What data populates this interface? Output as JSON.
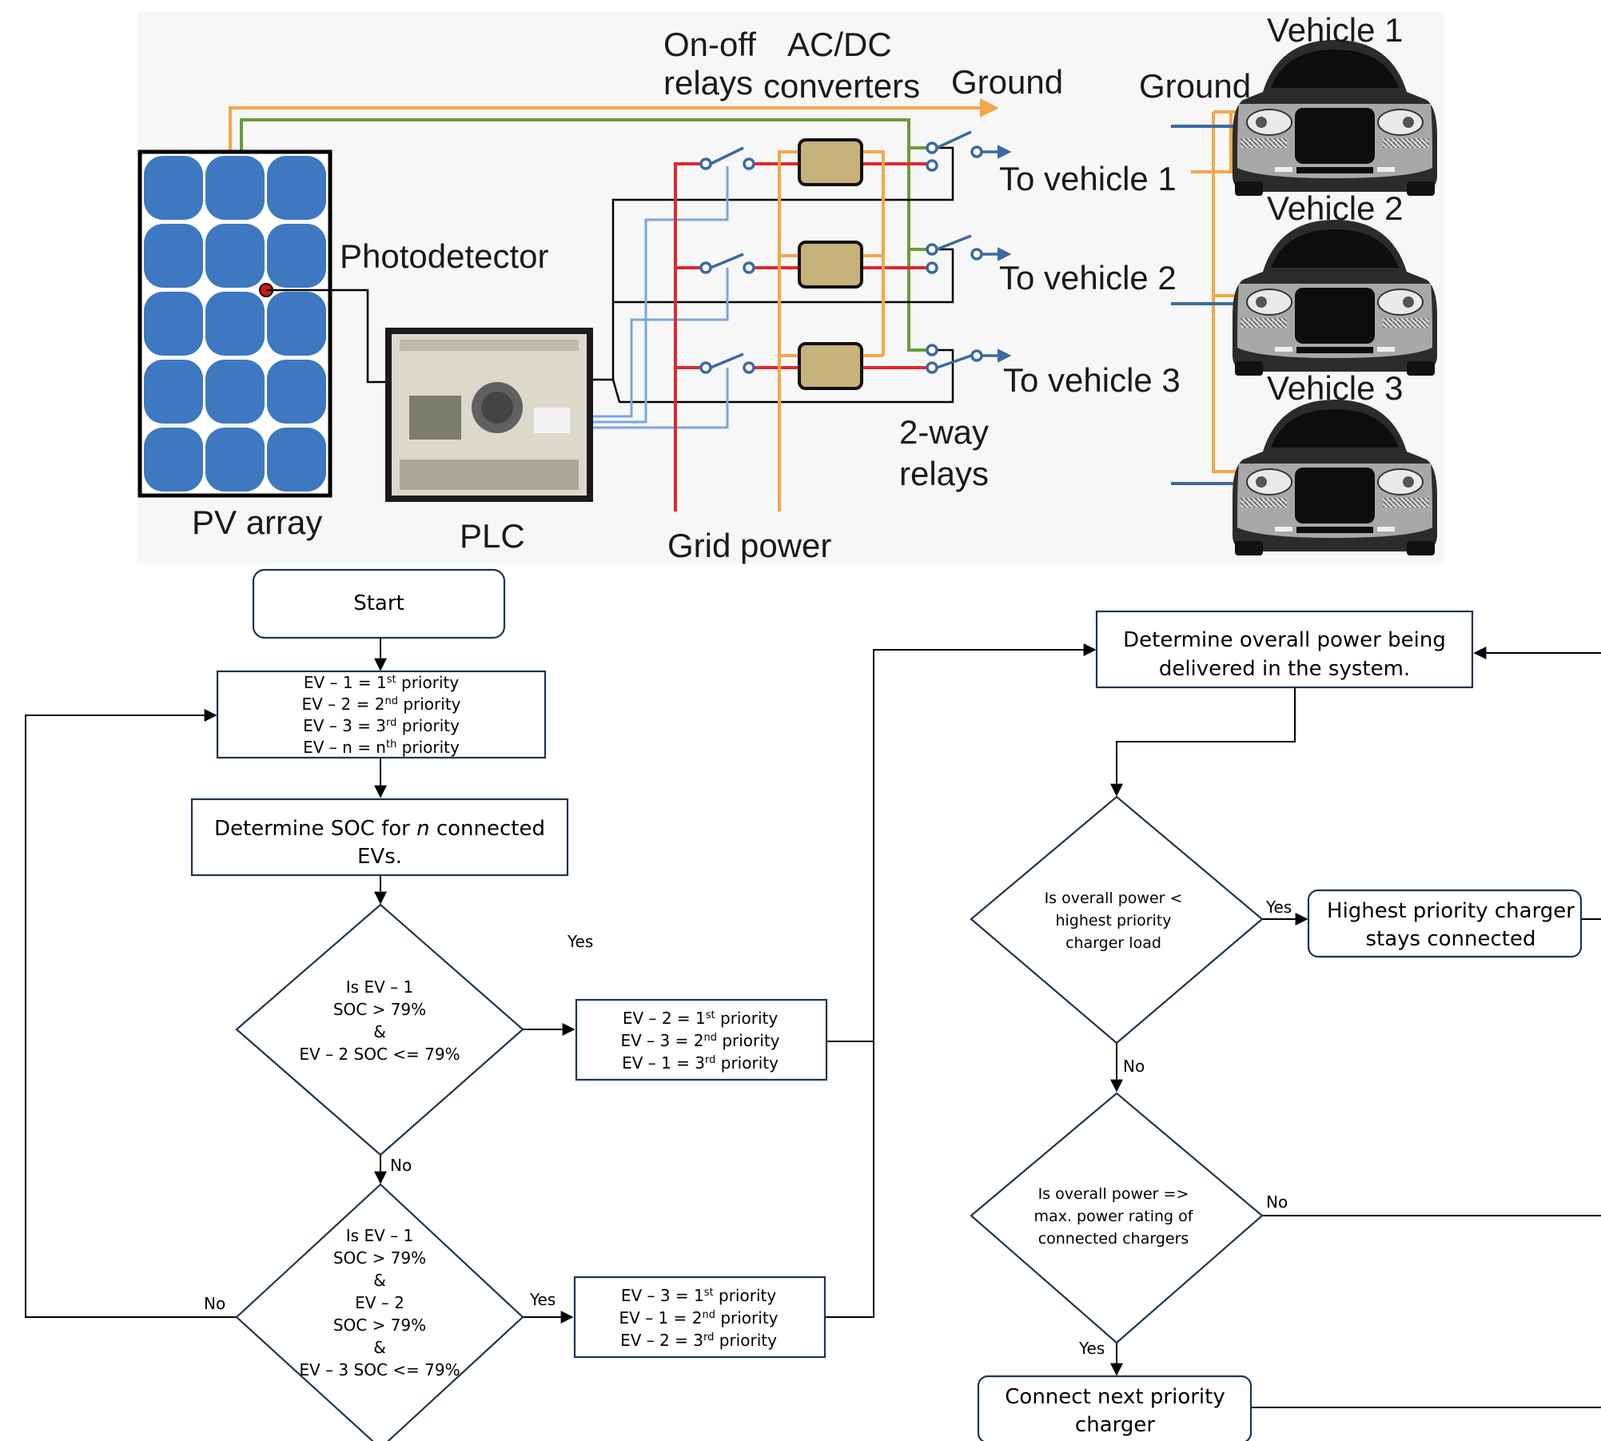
{
  "diagram": {
    "labels": {
      "on_off": "On-off",
      "relays": "relays",
      "acdc_1": "AC/DC",
      "acdc_2": "converters",
      "ground_top": "Ground",
      "ground_right": "Ground",
      "photodetector": "Photodetector",
      "pv_array": "PV array",
      "plc": "PLC",
      "grid_power": "Grid power",
      "two_way_1": "2-way",
      "two_way_2": "relays",
      "to_vehicle_1": "To vehicle 1",
      "to_vehicle_2": "To vehicle 2",
      "to_vehicle_3": "To vehicle 3",
      "vehicle_1": "Vehicle 1",
      "vehicle_2": "Vehicle 2",
      "vehicle_3": "Vehicle 3"
    },
    "colors": {
      "orange": "#f4a64a",
      "green": "#6d9a3a",
      "red": "#e3262b",
      "blue": "#7aa6e0",
      "dark_blue": "#3a6aa0",
      "panel_cell": "#3d78c0",
      "converter": "#c7b27c"
    }
  },
  "flowchart": {
    "start": "Start",
    "initial_priority": {
      "line1": "EV – 1 = 1",
      "sup1": "st",
      "suf1": " priority",
      "line2": "EV – 2 = 2",
      "sup2": "nd",
      "suf2": " priority",
      "line3": "EV – 3 = 3",
      "sup3": "rd",
      "suf3": " priority",
      "line4": "EV – n = n",
      "sup4": "th",
      "suf4": " priority"
    },
    "determine_soc": {
      "line1a": "Determine SOC for ",
      "line1b": "n",
      "line1c": " connected",
      "line2": "EVs."
    },
    "decision1": {
      "l1": "Is EV – 1",
      "l2": "SOC > 79%",
      "l3": "&",
      "l4": "EV – 2 SOC <= 79%"
    },
    "decision1_yes": "Yes",
    "decision1_no": "No",
    "reorder1": {
      "l1": "EV – 2 = 1",
      "s1": "st",
      "l2": "EV – 3 = 2",
      "s2": "nd",
      "l3": "EV – 1 = 3",
      "s3": "rd",
      "suffix": " priority"
    },
    "decision2": {
      "l1": "Is EV – 1",
      "l2": "SOC > 79%",
      "l3": "&",
      "l4": "EV – 2",
      "l5": "SOC > 79%",
      "l6": "&",
      "l7": "EV – 3 SOC <= 79%"
    },
    "decision2_yes": "Yes",
    "decision2_no": "No",
    "reorder2": {
      "l1": "EV – 3 = 1",
      "s1": "st",
      "l2": "EV – 1 = 2",
      "s2": "nd",
      "l3": "EV – 2 = 3",
      "s3": "rd",
      "suffix": " priority"
    },
    "determine_power": {
      "l1": "Determine overall power being",
      "l2": "delivered in the system."
    },
    "decision3": {
      "l1": "Is overall power <",
      "l2": "highest priority",
      "l3": "charger load"
    },
    "decision3_yes": "Yes",
    "decision3_no": "No",
    "highest_connected": {
      "l1": "Highest priority charger",
      "l2": "stays connected"
    },
    "decision4": {
      "l1": "Is overall power =>",
      "l2": "max. power rating of",
      "l3": "connected chargers"
    },
    "decision4_no": "No",
    "decision4_yes": "Yes",
    "connect_next": {
      "l1": "Connect next priority",
      "l2": "charger"
    }
  }
}
